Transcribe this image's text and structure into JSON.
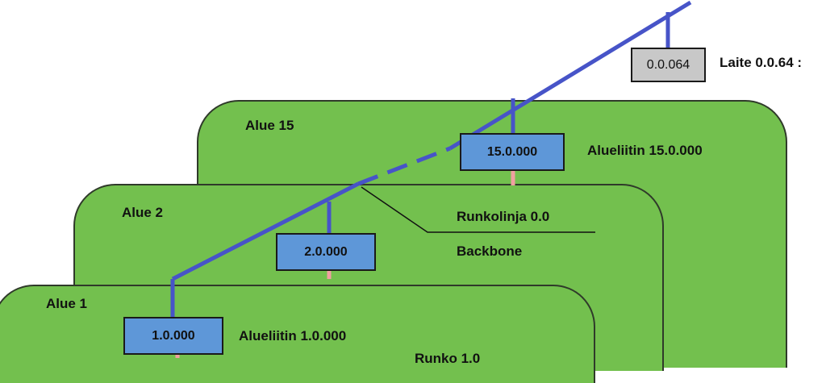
{
  "areas": {
    "area15": {
      "label": "Alue 15"
    },
    "area2": {
      "label": "Alue 2"
    },
    "area1": {
      "label": "Alue 1"
    }
  },
  "devices": {
    "device_064": {
      "address": "0.0.064",
      "label": "Laite 0.0.64 :"
    },
    "coupler_15": {
      "address": "15.0.000",
      "label": "Alueliitin 15.0.000"
    },
    "coupler_2": {
      "address": "2.0.000"
    },
    "coupler_1": {
      "address": "1.0.000",
      "label": "Alueliitin 1.0.000"
    }
  },
  "backbone": {
    "label": "Runkolinja 0.0",
    "sublabel": "Backbone"
  },
  "partial_text": "Runko 1.0",
  "colors": {
    "area_green": "#73c04e",
    "line_blue": "#4754c8",
    "coupler_blue": "#5e97d8",
    "device_grey": "#c8c8c8",
    "stub_pink": "#f0a0a0"
  }
}
